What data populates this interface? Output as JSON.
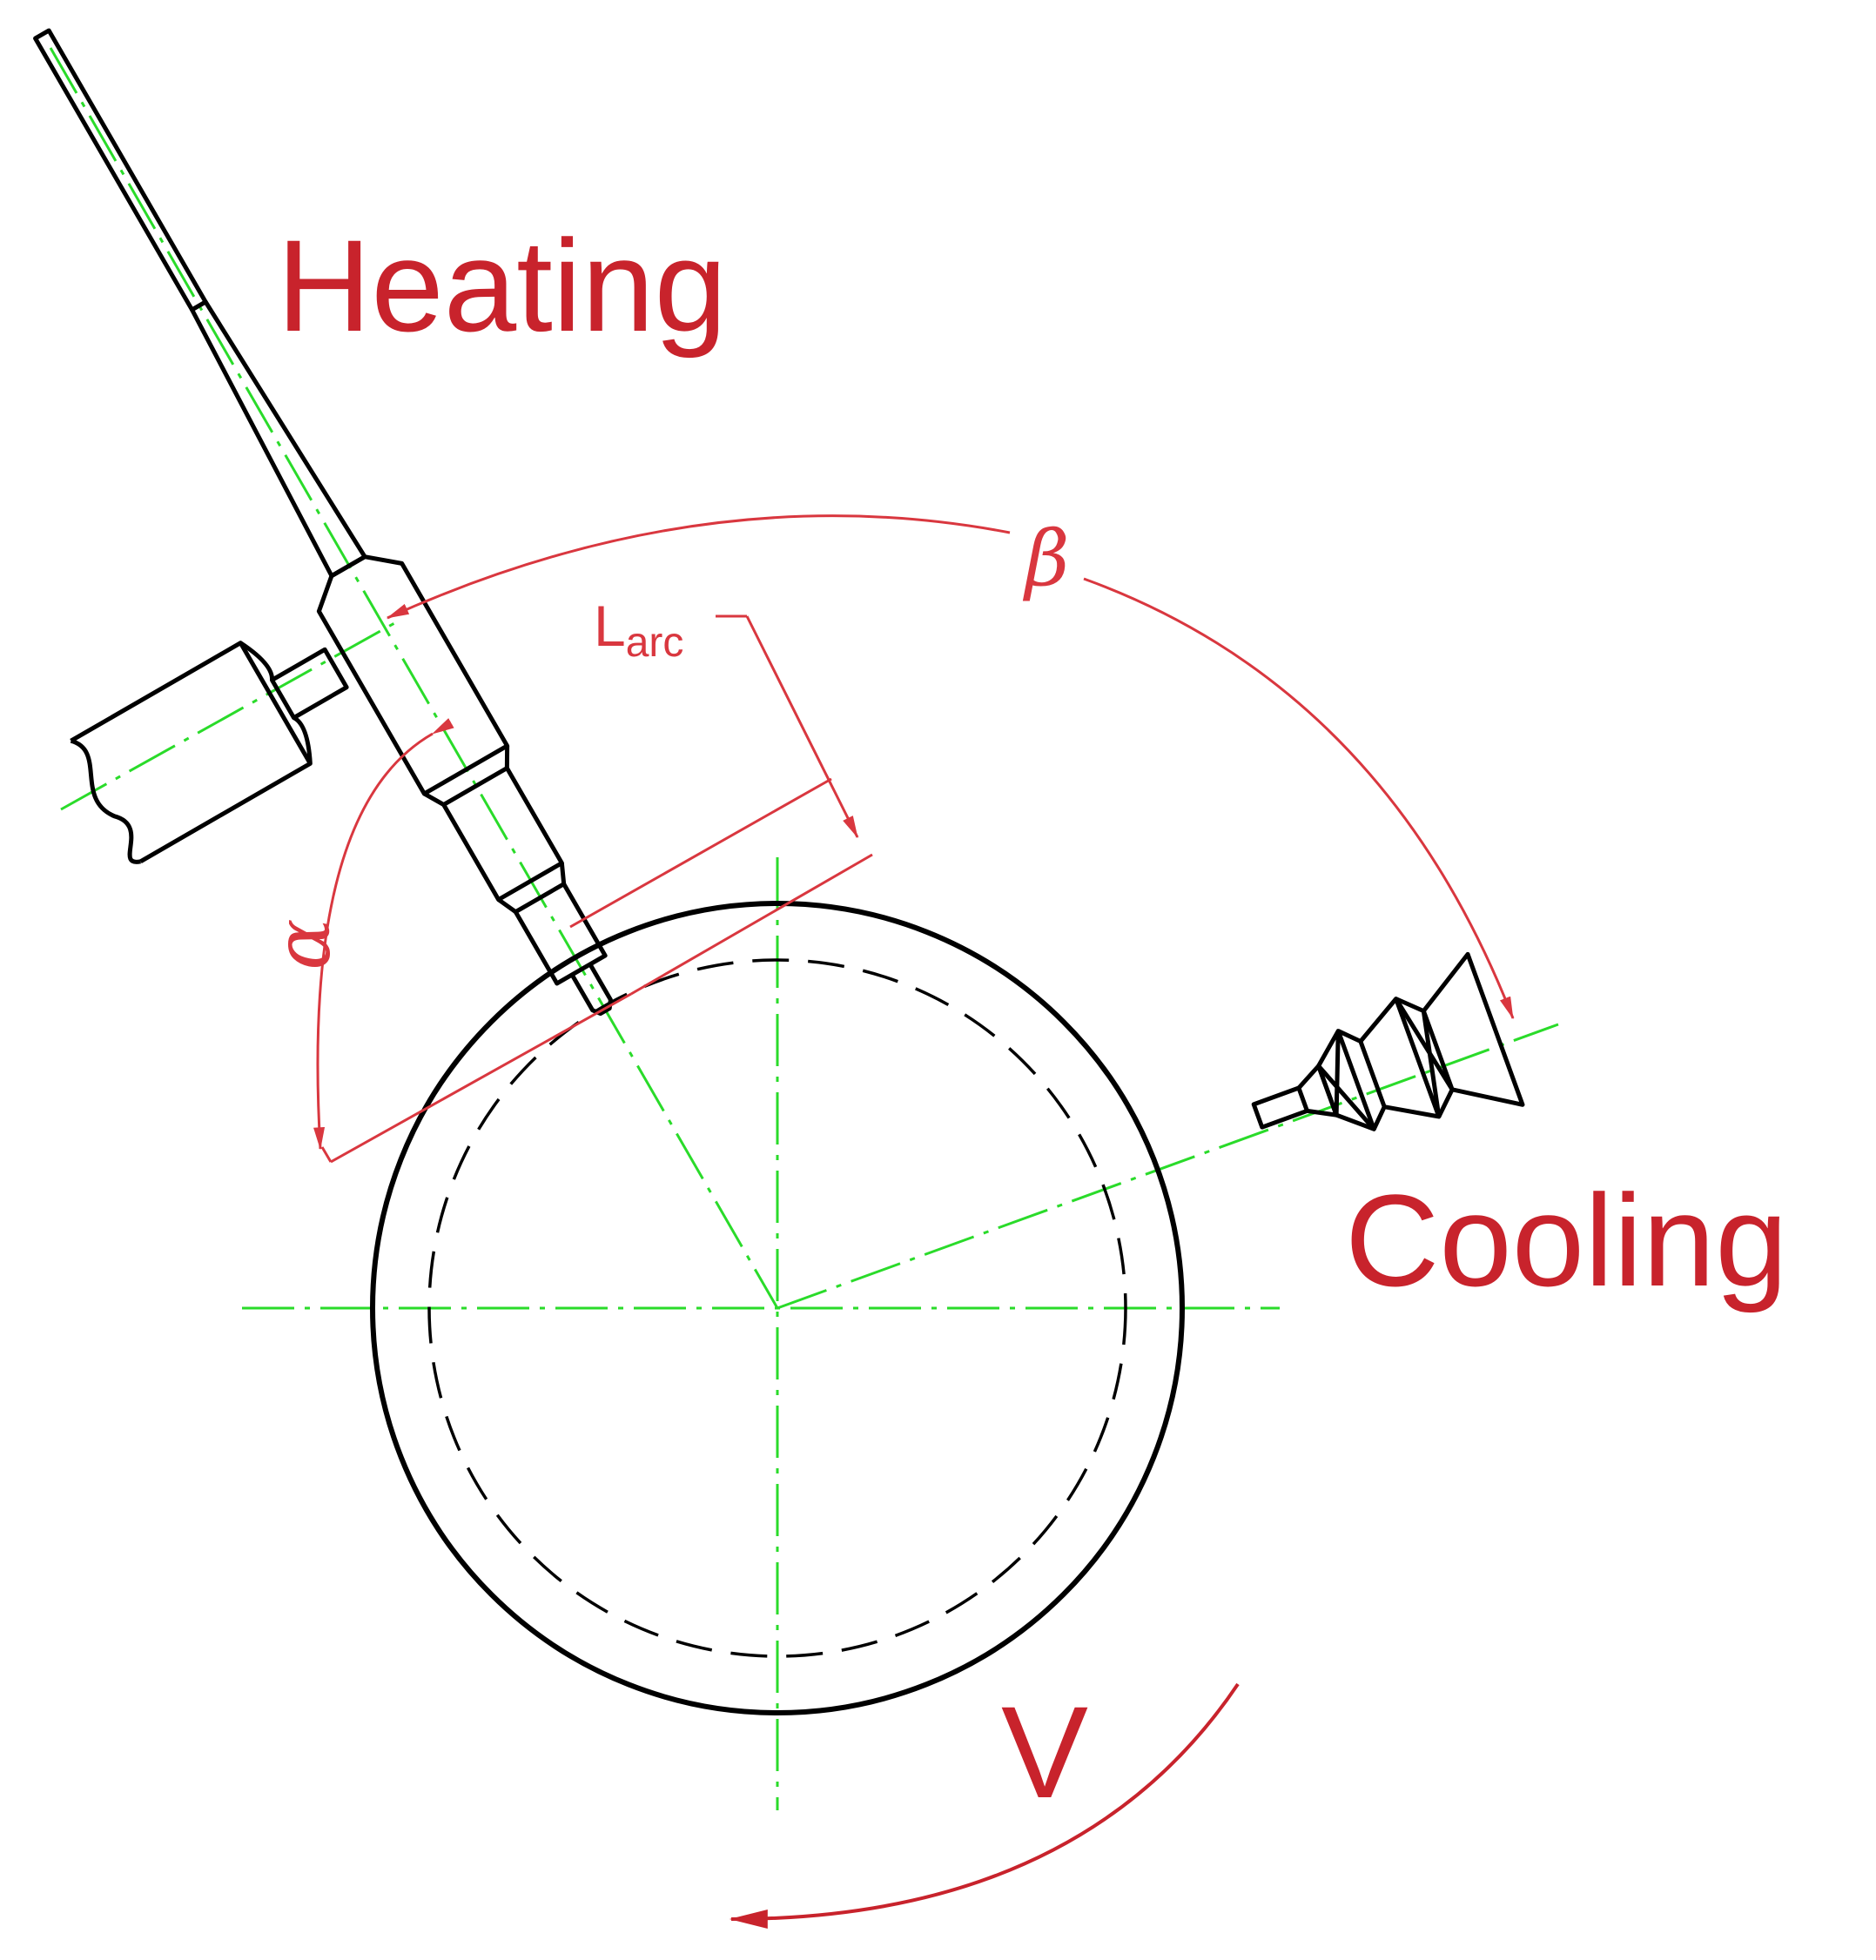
{
  "labels": {
    "heating": "Heating",
    "cooling": "Cooling",
    "velocity": "V",
    "alpha": "α",
    "beta": "β",
    "arc_length_main": "L",
    "arc_length_sub": "arc"
  },
  "colors": {
    "label": "#c8232c",
    "dimension": "#d9373f",
    "axis": "#2adb2a",
    "outline": "#000000"
  }
}
